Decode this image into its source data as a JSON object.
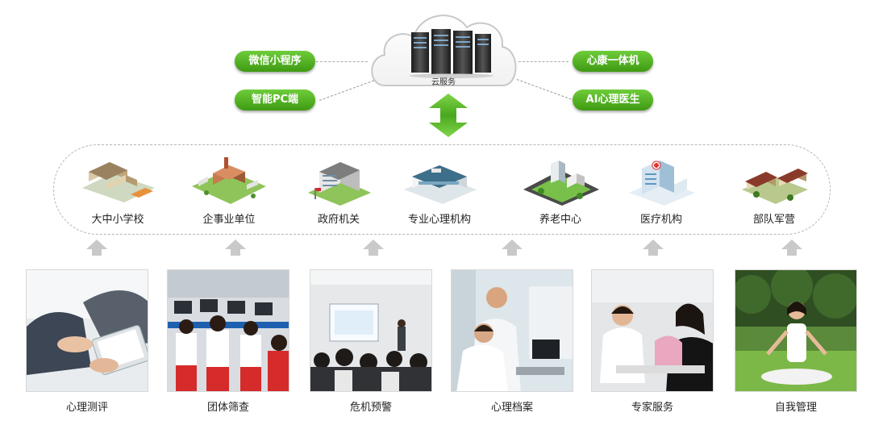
{
  "cloud": {
    "label": "云服务"
  },
  "platforms": [
    {
      "label": "微信小程序",
      "color": "#4caf1e"
    },
    {
      "label": "智能PC端",
      "color": "#4caf1e"
    },
    {
      "label": "心康一体机",
      "color": "#4caf1e"
    },
    {
      "label": "AI心理医生",
      "color": "#4caf1e"
    }
  ],
  "scenes": [
    {
      "label": "大中小学校",
      "icon": "school-building-icon"
    },
    {
      "label": "企事业单位",
      "icon": "factory-icon"
    },
    {
      "label": "政府机关",
      "icon": "government-building-icon"
    },
    {
      "label": "专业心理机构",
      "icon": "clinic-icon"
    },
    {
      "label": "养老中心",
      "icon": "nursing-home-icon"
    },
    {
      "label": "医疗机构",
      "icon": "hospital-icon"
    },
    {
      "label": "部队军营",
      "icon": "barracks-icon"
    }
  ],
  "services": [
    {
      "label": "心理测评",
      "photo": "tablet-assessment-photo"
    },
    {
      "label": "团体筛查",
      "photo": "group-screening-photo"
    },
    {
      "label": "危机预警",
      "photo": "crisis-warning-photo"
    },
    {
      "label": "心理档案",
      "photo": "psych-records-photo"
    },
    {
      "label": "专家服务",
      "photo": "expert-service-photo"
    },
    {
      "label": "自我管理",
      "photo": "self-management-photo"
    }
  ]
}
